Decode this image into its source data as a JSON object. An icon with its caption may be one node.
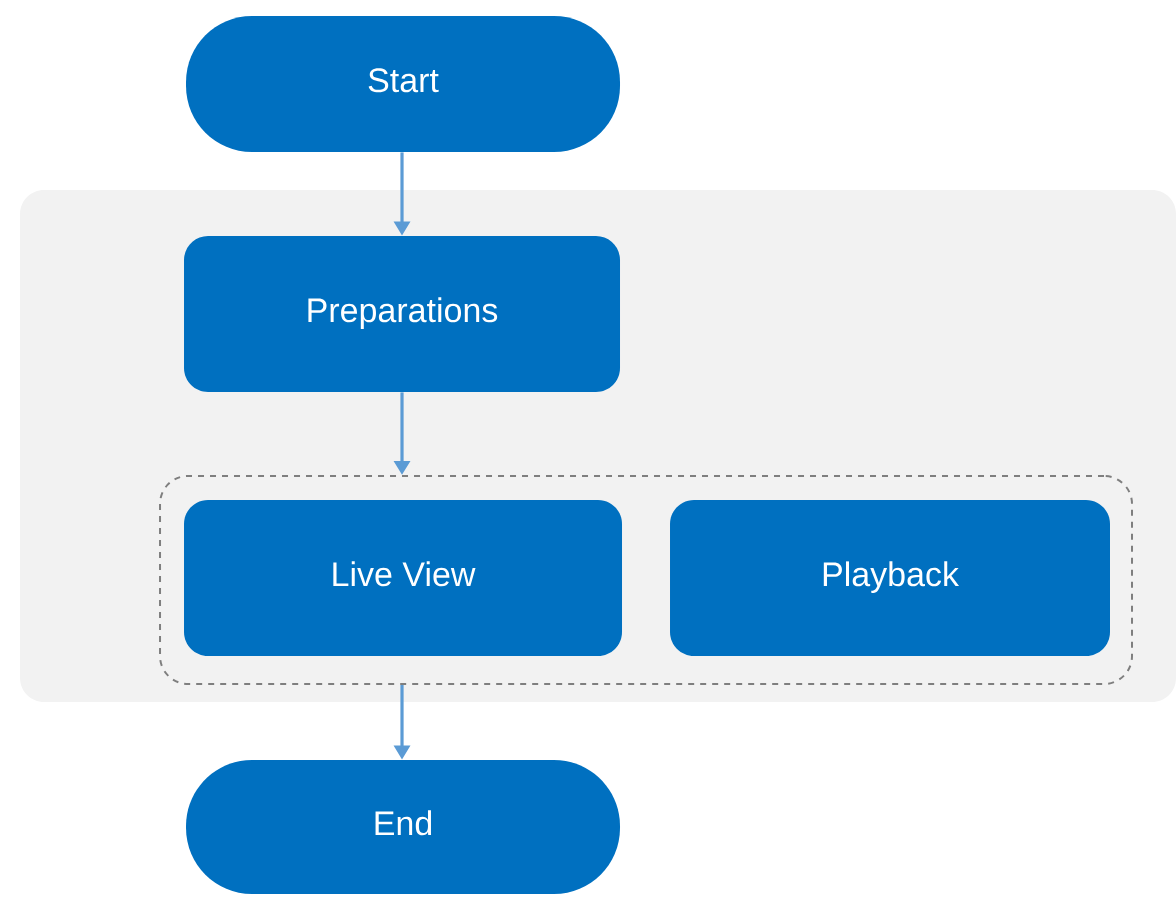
{
  "diagram": {
    "nodes": [
      {
        "text": [
          "Start"
        ]
      },
      {
        "text": [],
        "shape": "box"
      },
      {
        "text": [
          "Preparations"
        ],
        "in": 1
      },
      {
        "text": [],
        "shape": "box",
        "in": 1
      },
      {
        "text": [
          "Live View"
        ],
        "in": 3
      },
      {
        "text": [
          "Playback"
        ],
        "in": 3
      },
      {
        "text": [
          "End"
        ]
      }
    ],
    "edges": [
      {
        "from": 0,
        "to": 2,
        "arrow": "to"
      },
      {
        "from": 2,
        "to": 3,
        "arrow": "to"
      },
      {
        "from": 3,
        "to": 6,
        "arrow": "to"
      }
    ]
  }
}
